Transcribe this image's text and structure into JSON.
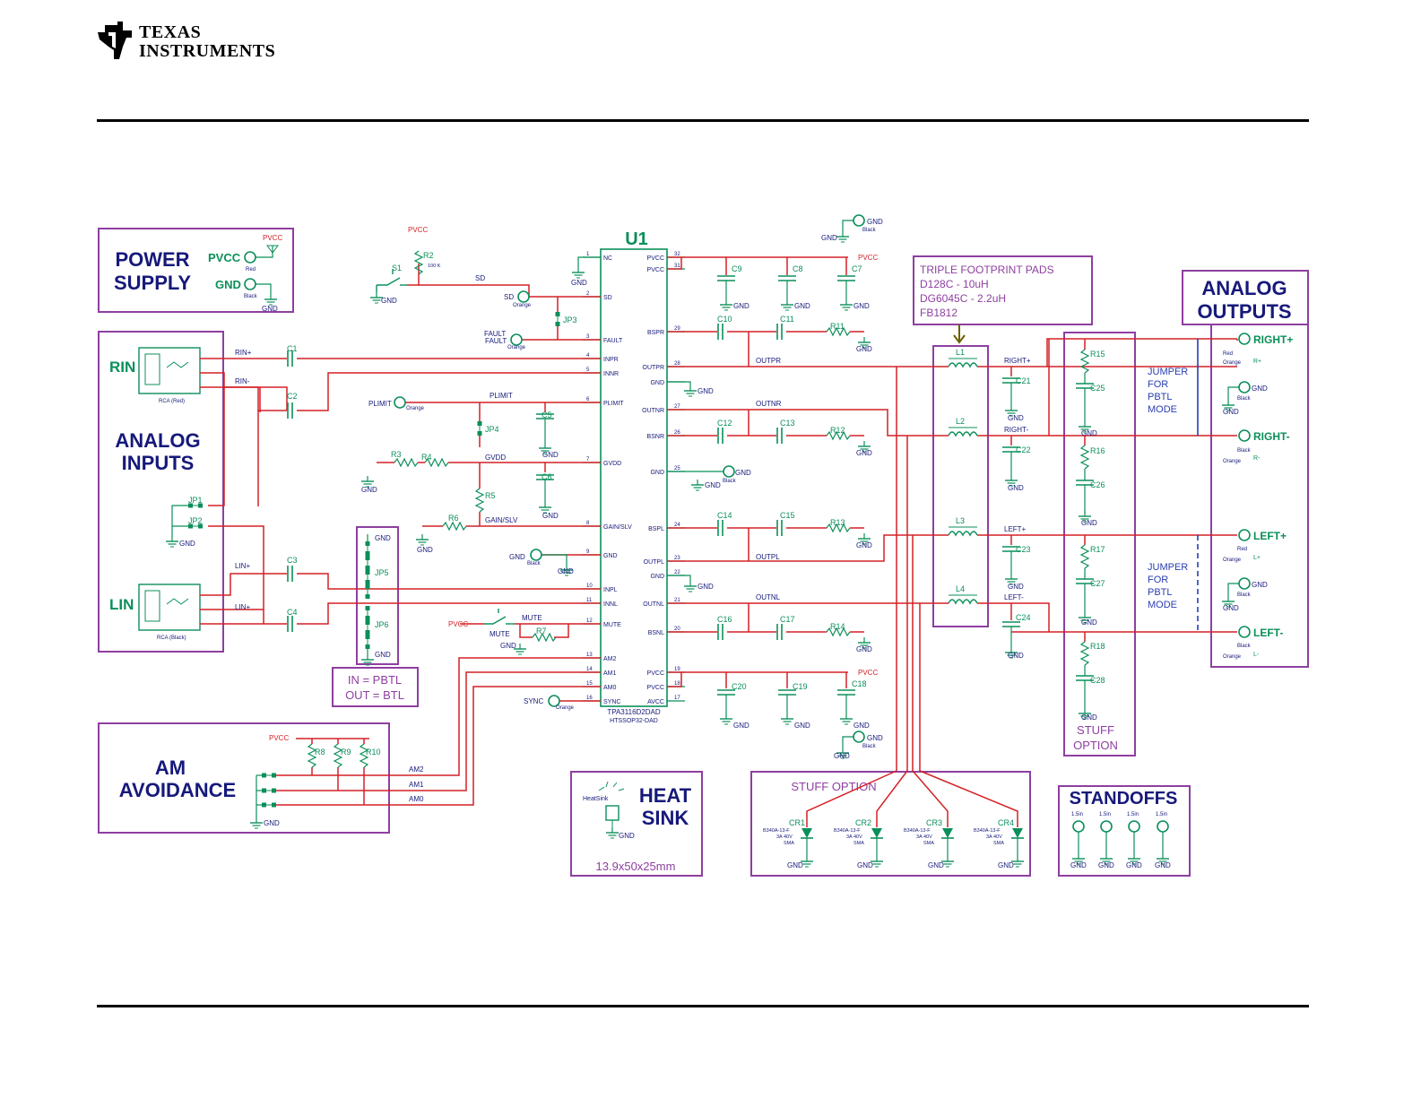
{
  "header": {
    "brand_line1": "Texas",
    "brand_line2": "Instruments"
  },
  "colors": {
    "wire": "#d42127",
    "component": "#0b8f5a",
    "label": "#16197a",
    "box": "#8e3fa0"
  },
  "blocks": {
    "power_supply": "POWER SUPPLY",
    "analog_inputs": "ANALOG INPUTS",
    "am_avoidance": "AM AVOIDANCE",
    "heat_sink": "HEAT SINK",
    "heat_sink_size": "13.9x50x25mm",
    "stuff_option": "STUFF OPTION",
    "stuff_option_right": "STUFF OPTION",
    "standoffs": "STANDOFFS",
    "analog_outputs": "ANALOG OUTPUTS",
    "jumper_note_1": "JUMPER FOR PBTL MODE",
    "jumper_note_2": "JUMPER FOR PBTL MODE",
    "pbtl_note_line1": "IN = PBTL",
    "pbtl_note_line2": "OUT = BTL",
    "footprint_title": "TRIPLE FOOTPRINT PADS",
    "footprint_line1": "D128C - 10uH",
    "footprint_line2": "DG6045C - 2.2uH",
    "footprint_line3": "FB1812"
  },
  "ic": {
    "ref": "U1",
    "part": "TPA3116D2DAD",
    "package": "HTSSOP32-DAD",
    "left_pins": [
      {
        "num": "1",
        "name": "NC"
      },
      {
        "num": "2",
        "name": "SD"
      },
      {
        "num": "3",
        "name": "FAULT"
      },
      {
        "num": "4",
        "name": "INPR"
      },
      {
        "num": "5",
        "name": "INNR"
      },
      {
        "num": "6",
        "name": "PLIMIT"
      },
      {
        "num": "7",
        "name": "GVDD"
      },
      {
        "num": "8",
        "name": "GAIN/SLV"
      },
      {
        "num": "9",
        "name": "GND"
      },
      {
        "num": "10",
        "name": "INPL"
      },
      {
        "num": "11",
        "name": "INNL"
      },
      {
        "num": "12",
        "name": "MUTE"
      },
      {
        "num": "13",
        "name": "AM2"
      },
      {
        "num": "14",
        "name": "AM1"
      },
      {
        "num": "15",
        "name": "AM0"
      },
      {
        "num": "16",
        "name": "SYNC"
      }
    ],
    "right_pins": [
      {
        "num": "32",
        "name": "PVCC"
      },
      {
        "num": "31",
        "name": "PVCC"
      },
      {
        "num": "29",
        "name": "BSPR"
      },
      {
        "num": "28",
        "name": "OUTPR"
      },
      {
        "num": "",
        "name": "GND"
      },
      {
        "num": "27",
        "name": "OUTNR"
      },
      {
        "num": "26",
        "name": "BSNR"
      },
      {
        "num": "25",
        "name": "GND"
      },
      {
        "num": "24",
        "name": "BSPL"
      },
      {
        "num": "23",
        "name": "OUTPL"
      },
      {
        "num": "22",
        "name": "GND"
      },
      {
        "num": "21",
        "name": "OUTNL"
      },
      {
        "num": "20",
        "name": "BSNL"
      },
      {
        "num": "19",
        "name": "PVCC"
      },
      {
        "num": "18",
        "name": "PVCC"
      },
      {
        "num": "17",
        "name": "AVCC"
      }
    ]
  },
  "labels": {
    "pvcc": "PVCC",
    "gnd": "GND",
    "red": "Red",
    "black": "Black",
    "orange": "Orange",
    "rin": "RIN",
    "lin": "LIN",
    "rin_plus": "RIN+",
    "rin_minus": "RIN-",
    "lin_plus": "LIN+",
    "lin_minus": "LIN+",
    "rca_red": "RCA (Red)",
    "rca_black": "RCA (Black)",
    "sd": "SD",
    "fault": "FAULT",
    "plimit": "PLIMIT",
    "gvdd": "GVDD",
    "gain_slv": "GAIN/SLV",
    "mute": "MUTE",
    "sync": "SYNC",
    "am2": "AM2",
    "am1": "AM1",
    "am0": "AM0",
    "outpr": "OUTPR",
    "outnr": "OUTNR",
    "outpl": "OUTPL",
    "outnl": "OUTNL",
    "right_plus": "RIGHT+",
    "right_minus": "RIGHT-",
    "left_plus": "LEFT+",
    "left_minus": "LEFT-",
    "r_plus": "R+",
    "r_minus": "R-",
    "l_plus": "L+",
    "l_minus": "L-",
    "heatsink": "HeatSink"
  },
  "components": {
    "S1": "S1",
    "R2": "R2",
    "R2_val": "100 K",
    "JP3": "JP3",
    "JP4": "JP4",
    "JP1": "JP1",
    "JP2": "JP2",
    "JP5": "JP5",
    "JP6": "JP6",
    "R3": "R3",
    "R4": "R4",
    "R5": "R5",
    "R6": "R6",
    "R7": "R7",
    "R8": "R8",
    "R9": "R9",
    "R10": "R10",
    "C1": "C1",
    "C2": "C2",
    "C3": "C3",
    "C4": "C4",
    "C5": "C5",
    "C6": "C6",
    "C9": "C9",
    "C8": "C8",
    "C7": "C7",
    "C10": "C10",
    "C11": "C11",
    "R11": "R11",
    "C12": "C12",
    "C13": "C13",
    "R12": "R12",
    "C14": "C14",
    "C15": "C15",
    "R13": "R13",
    "C16": "C16",
    "C17": "C17",
    "R14": "R14",
    "C20": "C20",
    "C19": "C19",
    "C18": "C18",
    "L1": "L1",
    "L2": "L2",
    "L3": "L3",
    "L4": "L4",
    "C21": "C21",
    "C22": "C22",
    "C23": "C23",
    "C24": "C24",
    "R15": "R15",
    "R16": "R16",
    "R17": "R17",
    "R18": "R18",
    "C25": "C25",
    "C26": "C26",
    "C27": "C27",
    "C28": "C28",
    "CR1": "CR1",
    "CR2": "CR2",
    "CR3": "CR3",
    "CR4": "CR4",
    "diode_part": "B340A-13-F",
    "diode_rating": "3A 40V",
    "diode_pkg": "SMA"
  }
}
